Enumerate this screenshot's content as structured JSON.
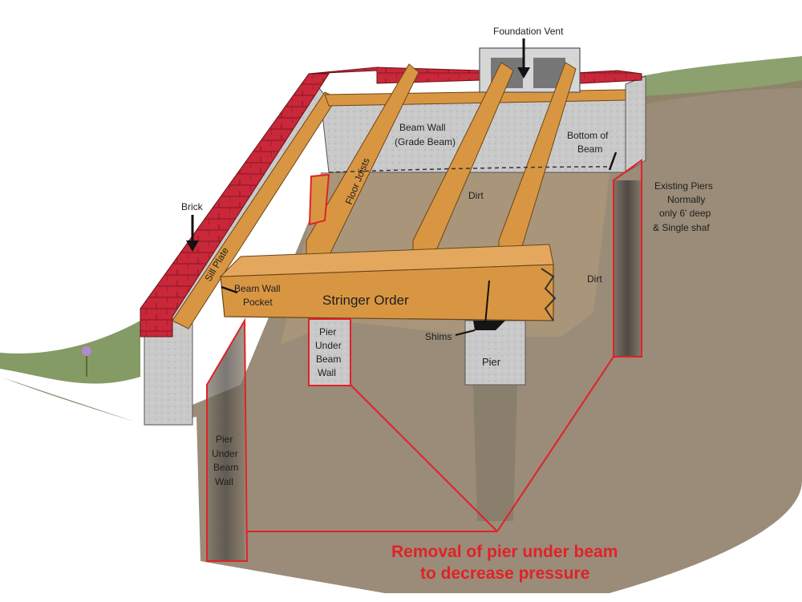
{
  "colors": {
    "brick": "#c8283a",
    "wood": "#d99642",
    "concrete": "#c9c9c9",
    "dirt": "#8f8069",
    "grass": "#6f8a4a",
    "callout": "#e02228"
  },
  "labels": {
    "foundation_vent": "Foundation Vent",
    "beam_wall_1": "Beam Wall",
    "beam_wall_2": "(Grade Beam)",
    "bottom_of_beam_1": "Bottom of",
    "bottom_of_beam_2": "Beam",
    "floor_joists": "Floor Joists",
    "dirt_center": "Dirt",
    "dirt_right": "Dirt",
    "existing_piers_1": "Existing Piers",
    "existing_piers_2": "Normally",
    "existing_piers_3": "only 6' deep",
    "existing_piers_4": "& Single shaf",
    "brick": "Brick",
    "sill_plate": "Sill Plate",
    "beam_wall_pocket_1": "Beam Wall",
    "beam_wall_pocket_2": "Pocket",
    "stringer_order": "Stringer Order",
    "pier_under_beam_wall_center_1": "Pier",
    "pier_under_beam_wall_center_2": "Under",
    "pier_under_beam_wall_center_3": "Beam",
    "pier_under_beam_wall_center_4": "Wall",
    "shims": "Shims",
    "pier": "Pier",
    "pier_under_beam_wall_left_1": "Pier",
    "pier_under_beam_wall_left_2": "Under",
    "pier_under_beam_wall_left_3": "Beam",
    "pier_under_beam_wall_left_4": "Wall",
    "caption_1": "Removal of pier under beam",
    "caption_2": "to decrease pressure"
  }
}
